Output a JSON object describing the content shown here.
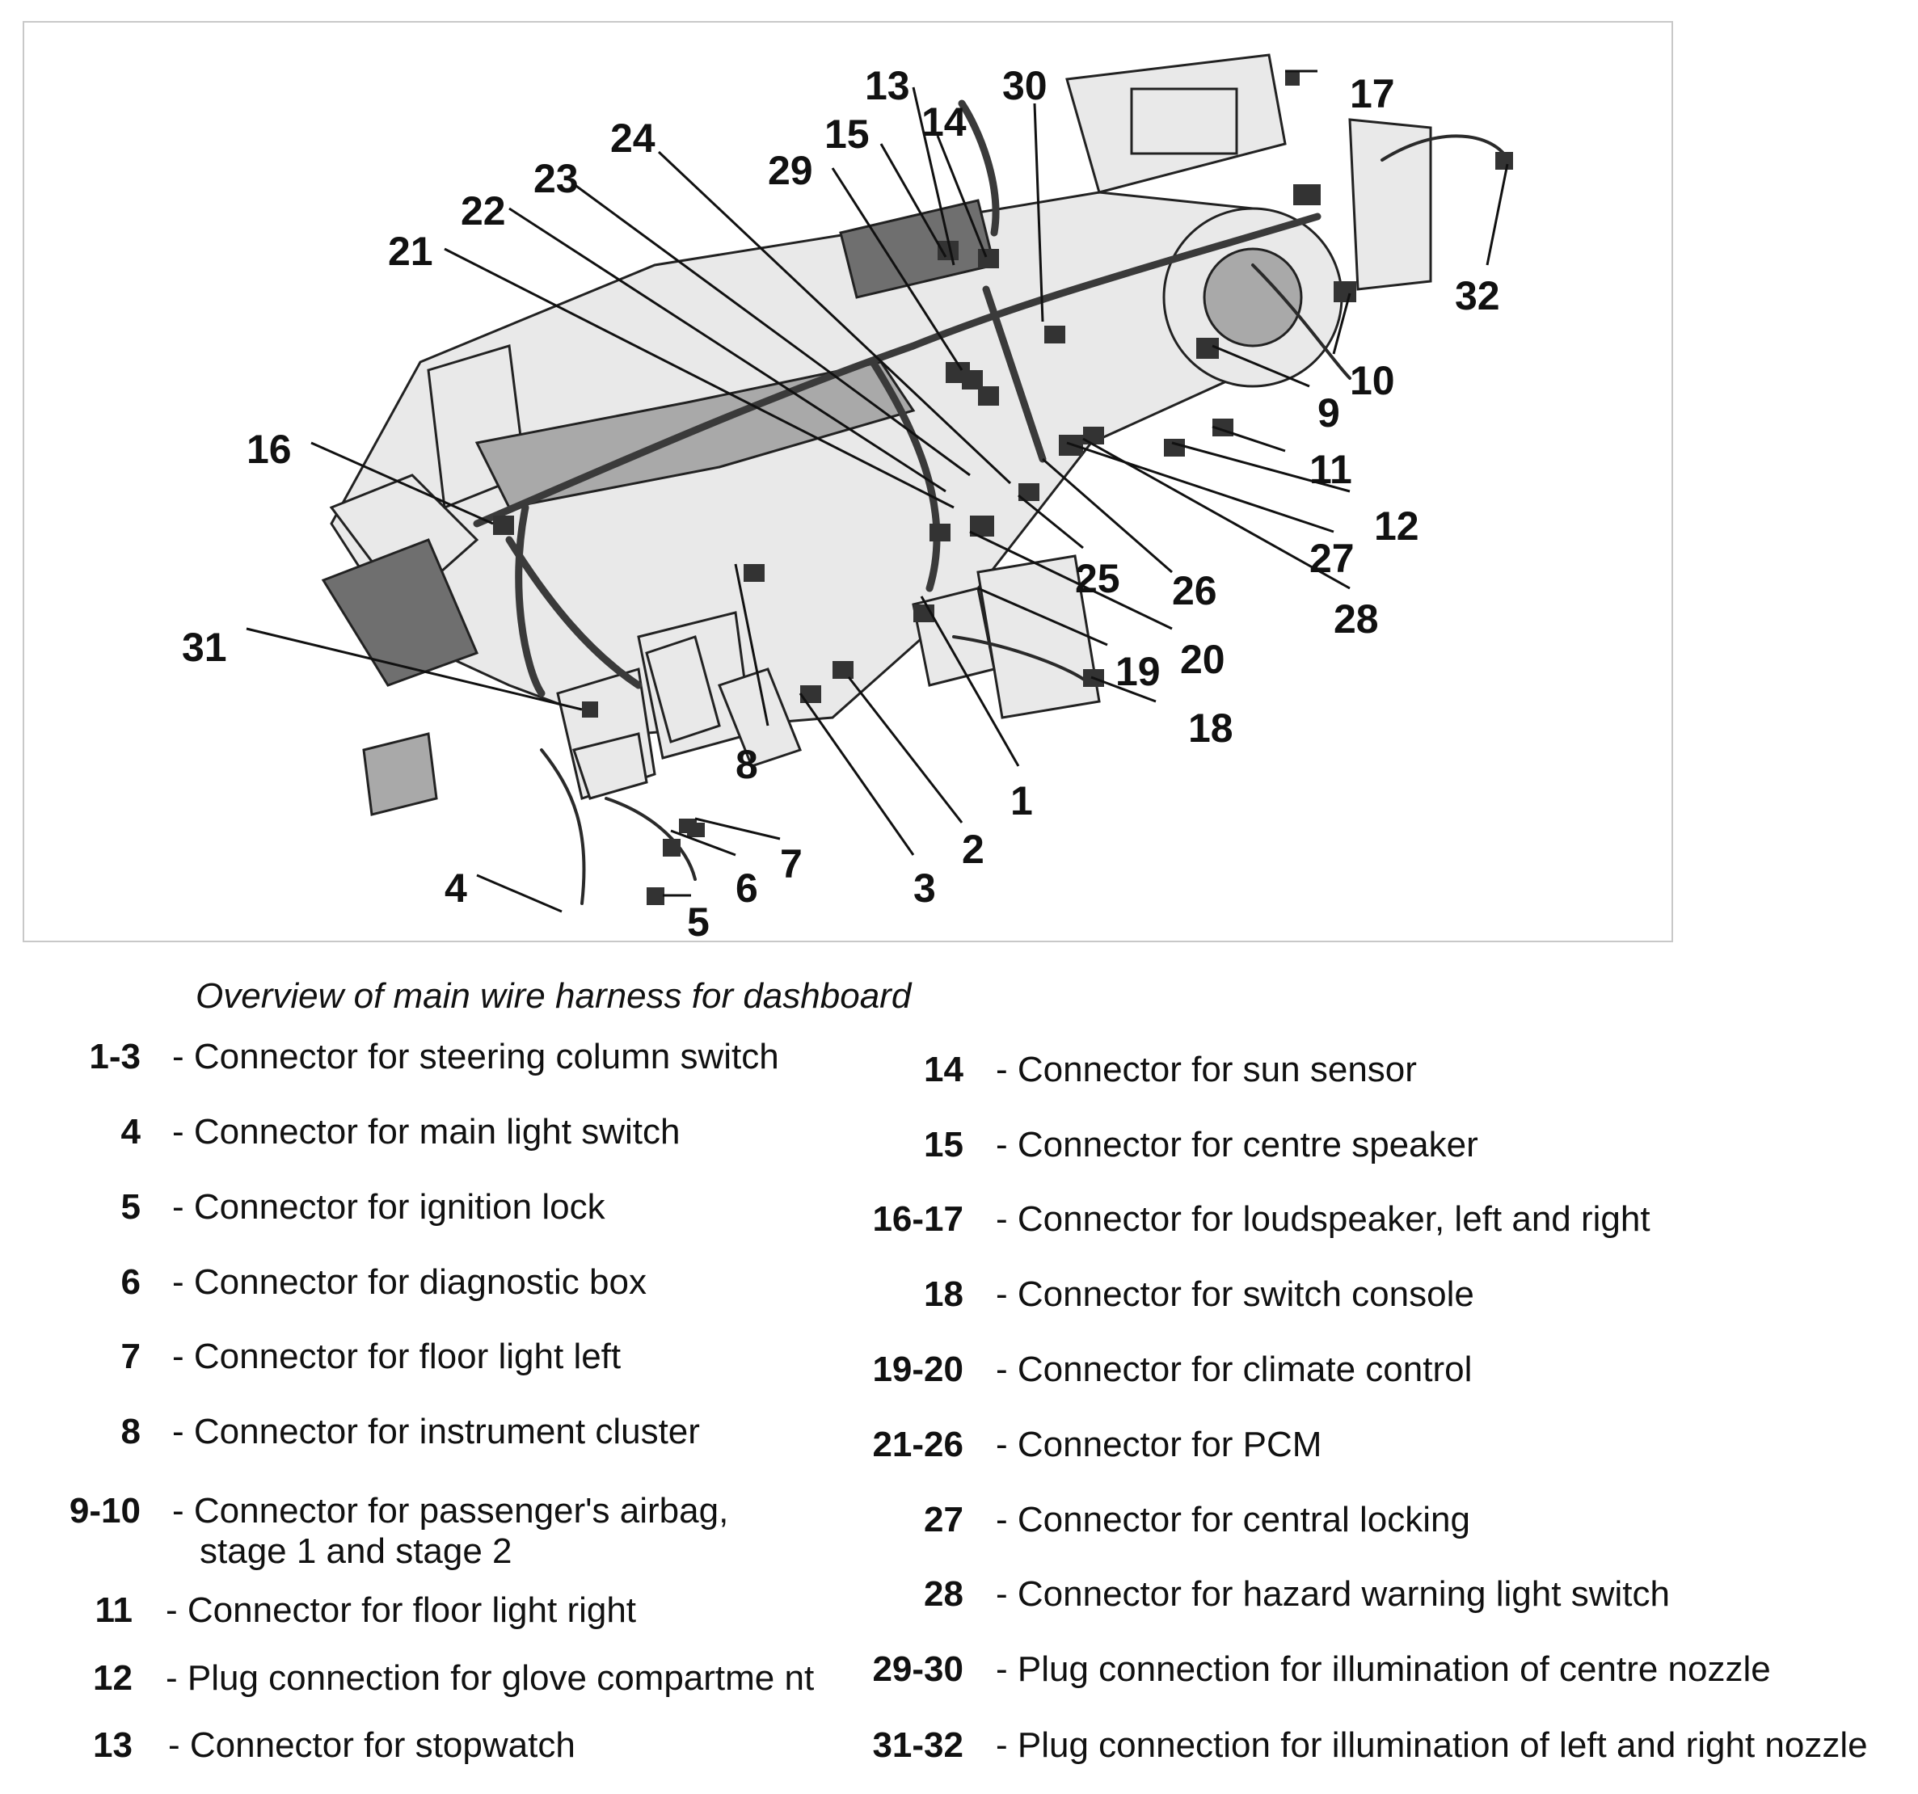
{
  "diagram": {
    "callouts": [
      "1",
      "2",
      "3",
      "4",
      "5",
      "6",
      "7",
      "8",
      "9",
      "10",
      "11",
      "12",
      "13",
      "14",
      "15",
      "16",
      "17",
      "18",
      "19",
      "20",
      "21",
      "22",
      "23",
      "24",
      "25",
      "26",
      "27",
      "28",
      "29",
      "30",
      "31",
      "32"
    ]
  },
  "caption": "Overview of main wire harness for dashboard",
  "legend_left": [
    {
      "key": "1-3",
      "desc": "- Connector for steering column switch"
    },
    {
      "key": "4",
      "desc": "- Connector for main light switch"
    },
    {
      "key": "5",
      "desc": "- Connector for ignition lock"
    },
    {
      "key": "6",
      "desc": "- Connector for diagnostic box"
    },
    {
      "key": "7",
      "desc": "- Connector for floor light left"
    },
    {
      "key": "8",
      "desc": "- Connector for instrument cluster"
    },
    {
      "key": "9-10",
      "desc": "- Connector for passenger's airbag,",
      "desc2": "stage 1 and stage 2"
    },
    {
      "key": "11",
      "desc": "- Connector for floor light right"
    },
    {
      "key": "12",
      "desc": "- Plug connection for glove compartme nt"
    },
    {
      "key": "13",
      "desc": "- Connector for stopwatch"
    }
  ],
  "legend_right": [
    {
      "key": "14",
      "desc": "- Connector for sun sensor"
    },
    {
      "key": "15",
      "desc": "- Connector for centre speaker"
    },
    {
      "key": "16-17",
      "desc": "- Connector for loudspeaker, left and right"
    },
    {
      "key": "18",
      "desc": "- Connector for switch console"
    },
    {
      "key": "19-20",
      "desc": "- Connector for climate control"
    },
    {
      "key": "21-26",
      "desc": "- Connector for PCM"
    },
    {
      "key": "27",
      "desc": "- Connector for central locking"
    },
    {
      "key": "28",
      "desc": "- Connector for hazard warning light switch"
    },
    {
      "key": "29-30",
      "desc": "- Plug connection for illumination of centre nozzle"
    },
    {
      "key": "31-32",
      "desc": "- Plug connection for illumination of left and right nozzle"
    }
  ]
}
